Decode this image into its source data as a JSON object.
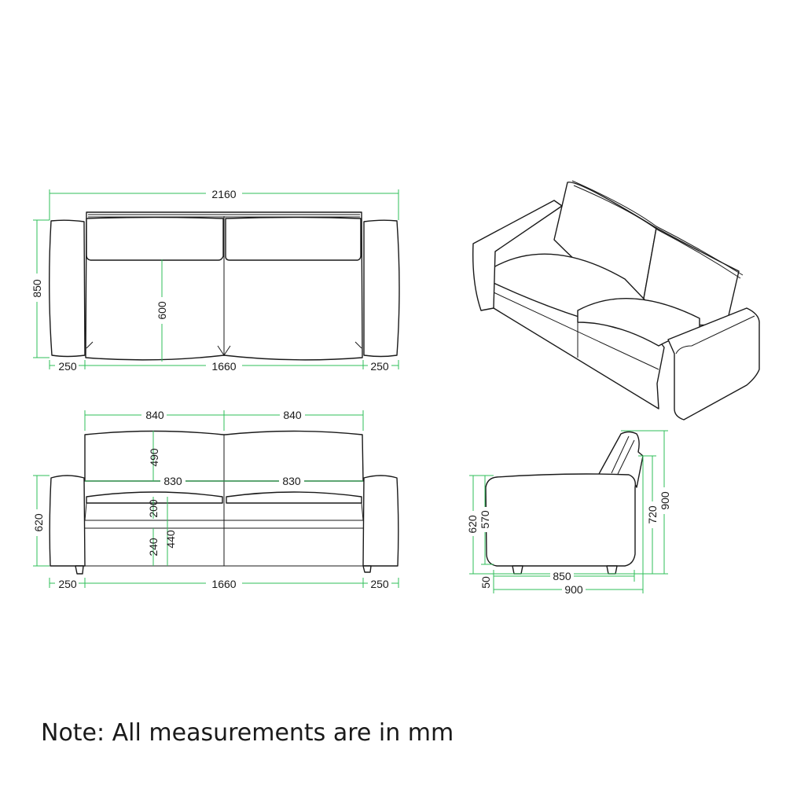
{
  "top_view": {
    "overall_width": "2160",
    "depth": "850",
    "seat_depth": "600",
    "arm_left": "250",
    "seat_width": "1660",
    "arm_right": "250"
  },
  "front_view": {
    "back_cushion_left": "840",
    "back_cushion_right": "840",
    "back_height": "490",
    "seat_cushion_left": "830",
    "seat_cushion_right": "830",
    "cushion_height": "200",
    "base_height": "240",
    "seat_height": "440",
    "arm_height": "620",
    "arm_left": "250",
    "seat_width": "1660",
    "arm_right": "250"
  },
  "side_view": {
    "arm_height": "620",
    "arm_body_height": "570",
    "leg_height": "50",
    "back_height": "720",
    "overall_height": "900",
    "arm_depth": "850",
    "overall_depth": "900"
  },
  "note": "Note: All measurements are in mm",
  "colors": {
    "dimension": "#2fbf5a",
    "line": "#1a1a1a"
  }
}
